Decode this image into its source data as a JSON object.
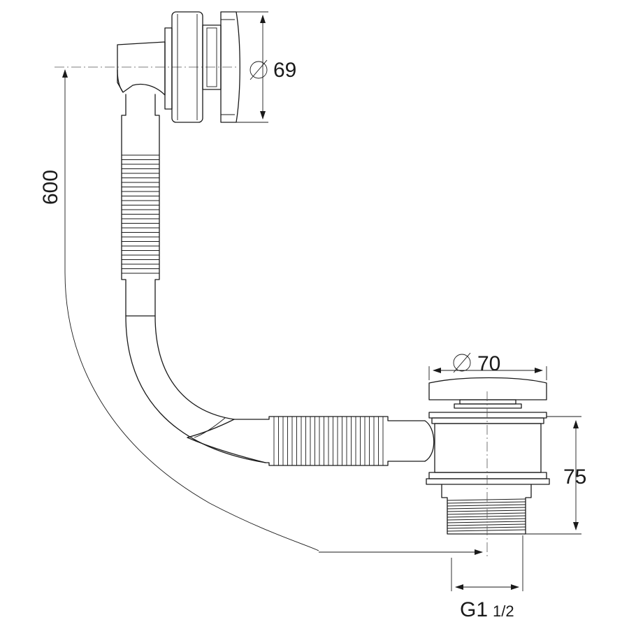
{
  "dimensions": {
    "overflow_diameter": "69",
    "plug_diameter": "70",
    "height_overall": "600",
    "waste_height": "75",
    "thread_main": "G1",
    "thread_fraction": "1/2"
  }
}
